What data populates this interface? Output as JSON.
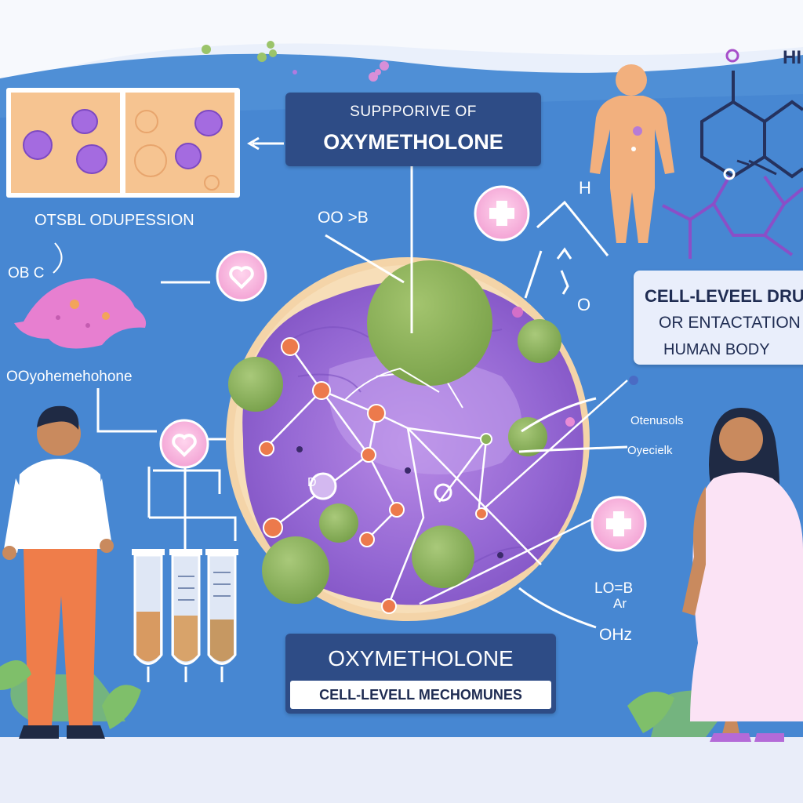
{
  "header": {
    "line1": "SUPPPORIVE OF",
    "line2": "OXYMETHOLONE"
  },
  "labels": {
    "top_left": "OTSBL ODUPESSION",
    "left_small": "OB C",
    "left_name": "OOyohemehohone",
    "center_small": "OO >B",
    "h_label": "H",
    "o_label": "O",
    "hi_label": "HI",
    "ring_o_top": "O",
    "ring_o_mid": "O",
    "right_small1": "Otenusols",
    "right_small2": "Oyecielk",
    "right_formula1": "LO=B",
    "right_formula2": "Ar",
    "right_formula3": "OHz",
    "d_label": "D"
  },
  "right_box": {
    "line1": "CELL-LEVEEL DRU",
    "line2": "OR ENTACTATION",
    "line3": "HUMAN BODY"
  },
  "bottom_box": {
    "title": "OXYMETHOLONE",
    "subtitle": "CELL-LEVELL MECHOMUNES"
  },
  "colors": {
    "background": "#3f7fc8",
    "cell_purple": "#9b6bd6",
    "organelle_green": "#8cb25a",
    "node_orange": "#ec7a4c",
    "pink_badge": "#f3a9d6",
    "box_navy": "#2e4c86"
  },
  "icons": [
    "heart-icon",
    "plus-icon",
    "human-body-icon",
    "chemical-structure-icon",
    "test-tube-icon"
  ]
}
